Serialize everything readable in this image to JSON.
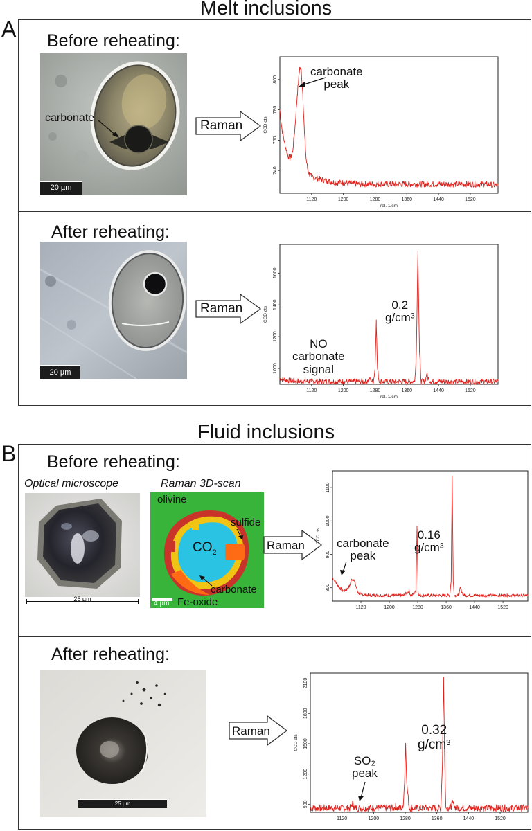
{
  "sections": {
    "melt": {
      "title": "Melt inclusions",
      "letter": "A"
    },
    "fluid": {
      "title": "Fluid inclusions",
      "letter": "B"
    }
  },
  "rows": {
    "a_before": "Before reheating:",
    "a_after": "After reheating:",
    "b_before": "Before reheating:",
    "b_after": "After reheating:"
  },
  "arrow_label": "Raman",
  "labels": {
    "carbonate": "carbonate",
    "scale_20": "20 µm",
    "scale_25": "25 µm",
    "optical_microscope": "Optical microscope",
    "raman_3d_scan": "Raman 3D-scan",
    "olivine": "olivine",
    "sulfide": "sulfide",
    "co2_main": "CO",
    "co2_sub": "2",
    "carbonate_map": "carbonate",
    "fe_oxide": "Fe-oxide",
    "scale_4": "4 µm"
  },
  "chart_annotations": {
    "a1_peak": [
      "carbonate",
      "peak"
    ],
    "a2_density": [
      "0.2",
      "g/cm³"
    ],
    "a2_no": [
      "NO",
      "carbonate",
      "signal"
    ],
    "b1_peak": [
      "carbonate",
      "peak"
    ],
    "b1_density": [
      "0.16",
      "g/cm³"
    ],
    "b2_density": [
      "0.32",
      "g/cm³"
    ],
    "b2_so2": [
      "SO₂",
      "peak"
    ]
  },
  "chart_data": [
    {
      "type": "line",
      "id": "a1",
      "xlabel": "rel. 1/cm",
      "ylabel": "CCD cts",
      "xlim": [
        1040,
        1590
      ],
      "ylim": [
        725,
        815
      ],
      "xticks": [
        1120,
        1200,
        1280,
        1360,
        1440,
        1520
      ],
      "yticks": [
        740,
        760,
        780,
        800
      ],
      "color": "#e0201b",
      "noise": 2.2,
      "series": [
        {
          "x": [
            1040,
            1045,
            1052,
            1060,
            1066,
            1072,
            1078,
            1084,
            1090,
            1094,
            1098,
            1102,
            1106,
            1110,
            1114,
            1120,
            1130,
            1145,
            1160,
            1180,
            1200,
            1240,
            1280,
            1320,
            1360,
            1400,
            1440,
            1480,
            1520,
            1560,
            1590
          ],
          "y": [
            780,
            768,
            758,
            750,
            748,
            752,
            768,
            790,
            808,
            806,
            790,
            765,
            748,
            741,
            738,
            736,
            735,
            734,
            733,
            732,
            732,
            731,
            731,
            731,
            731,
            731,
            731,
            731,
            731,
            731,
            730
          ]
        }
      ]
    },
    {
      "type": "line",
      "id": "a2",
      "xlabel": "rel. 1/cm",
      "ylabel": "CCD cts",
      "xlim": [
        1040,
        1590
      ],
      "ylim": [
        900,
        1780
      ],
      "xticks": [
        1120,
        1200,
        1280,
        1360,
        1440,
        1520
      ],
      "yticks": [
        1000,
        1200,
        1400,
        1600
      ],
      "color": "#e0201b",
      "noise": 2,
      "series": [
        {
          "x": [
            1040,
            1060,
            1080,
            1120,
            1200,
            1260,
            1268,
            1272,
            1276,
            1280,
            1283,
            1286,
            1290,
            1300,
            1360,
            1380,
            1384,
            1388,
            1392,
            1396,
            1404,
            1408,
            1410,
            1413,
            1420,
            1480,
            1520,
            1560,
            1590
          ],
          "y": [
            935,
            925,
            920,
            918,
            917,
            918,
            935,
            918,
            920,
            1000,
            1305,
            1000,
            920,
            917,
            917,
            918,
            1100,
            1740,
            1100,
            918,
            918,
            940,
            965,
            940,
            918,
            917,
            917,
            917,
            917
          ]
        }
      ]
    },
    {
      "type": "line",
      "id": "b1",
      "xlabel": "",
      "ylabel": "CCD cts",
      "xlim": [
        1040,
        1590
      ],
      "ylim": [
        760,
        1150
      ],
      "xticks": [
        1120,
        1200,
        1280,
        1360,
        1440,
        1520
      ],
      "yticks": [
        800,
        900,
        1000,
        1100
      ],
      "color": "#e0201b",
      "noise": 1.2,
      "series": [
        {
          "x": [
            1040,
            1050,
            1060,
            1070,
            1080,
            1088,
            1094,
            1100,
            1106,
            1112,
            1120,
            1140,
            1180,
            1240,
            1256,
            1260,
            1264,
            1275,
            1278,
            1281,
            1284,
            1290,
            1330,
            1370,
            1374,
            1377,
            1380,
            1383,
            1386,
            1394,
            1398,
            1400,
            1403,
            1410,
            1460,
            1520,
            1590
          ],
          "y": [
            830,
            815,
            800,
            790,
            795,
            805,
            825,
            825,
            805,
            785,
            780,
            778,
            777,
            777,
            790,
            777,
            777,
            790,
            985,
            790,
            777,
            777,
            777,
            777,
            820,
            1135,
            820,
            777,
            777,
            777,
            790,
            800,
            790,
            777,
            777,
            777,
            777
          ]
        }
      ]
    },
    {
      "type": "line",
      "id": "b2",
      "xlabel": "",
      "ylabel": "CCD cts",
      "xlim": [
        1040,
        1590
      ],
      "ylim": [
        820,
        2200
      ],
      "xticks": [
        1120,
        1200,
        1280,
        1360,
        1440,
        1520
      ],
      "yticks": [
        900,
        1200,
        1500,
        1800,
        2100
      ],
      "color": "#e0201b",
      "noise": 2.5,
      "series": [
        {
          "x": [
            1040,
            1100,
            1140,
            1144,
            1147,
            1150,
            1154,
            1200,
            1252,
            1256,
            1260,
            1274,
            1278,
            1281,
            1284,
            1290,
            1330,
            1370,
            1374,
            1377,
            1380,
            1383,
            1390,
            1396,
            1400,
            1404,
            1410,
            1470,
            1474,
            1478,
            1520,
            1590
          ],
          "y": [
            862,
            862,
            862,
            880,
            918,
            880,
            862,
            862,
            862,
            885,
            862,
            862,
            1100,
            1505,
            1100,
            862,
            862,
            862,
            1300,
            2160,
            1300,
            862,
            862,
            880,
            920,
            880,
            862,
            862,
            878,
            862,
            862,
            862
          ]
        }
      ]
    }
  ]
}
